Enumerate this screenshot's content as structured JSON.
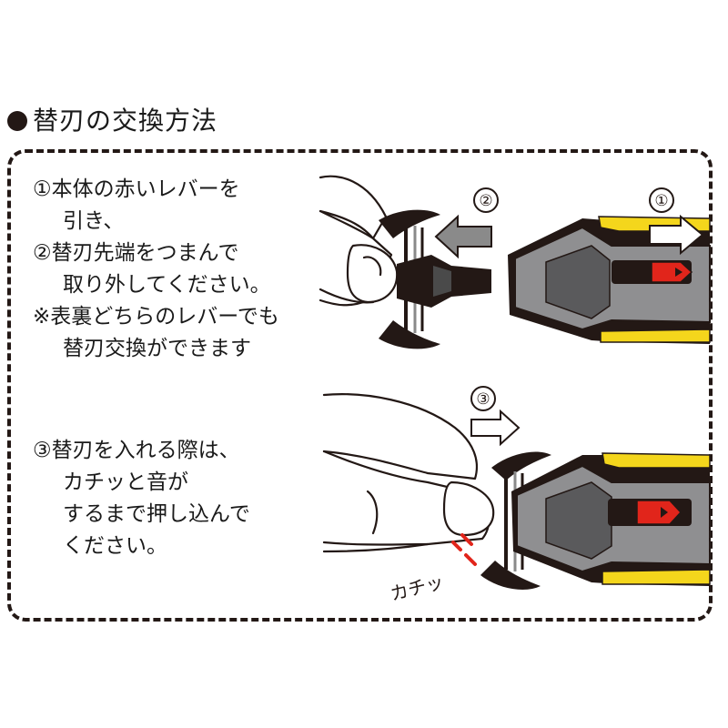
{
  "heading": {
    "title": "替刃の交換方法"
  },
  "steps": [
    {
      "lines": [
        "①本体の赤いレバーを",
        "引き、",
        "②替刃先端をつまんで",
        "取り外してください。",
        "※表裏どちらのレバーでも",
        "替刃交換ができます"
      ]
    },
    {
      "lines": [
        "③替刃を入れる際は、",
        "カチッと音が",
        "するまで押し込んで",
        "ください。"
      ]
    }
  ],
  "illustration": {
    "markers": [
      "①",
      "②",
      "③"
    ],
    "sound_effect": "カチッ",
    "colors": {
      "body": "#8f8f91",
      "body_dark": "#5a5a5c",
      "accent_yellow": "#f4d61c",
      "lever_red": "#e1251b",
      "blade_black": "#231815",
      "arrow_gray": "#8a8a8a",
      "sound_red": "#e1251b"
    }
  }
}
